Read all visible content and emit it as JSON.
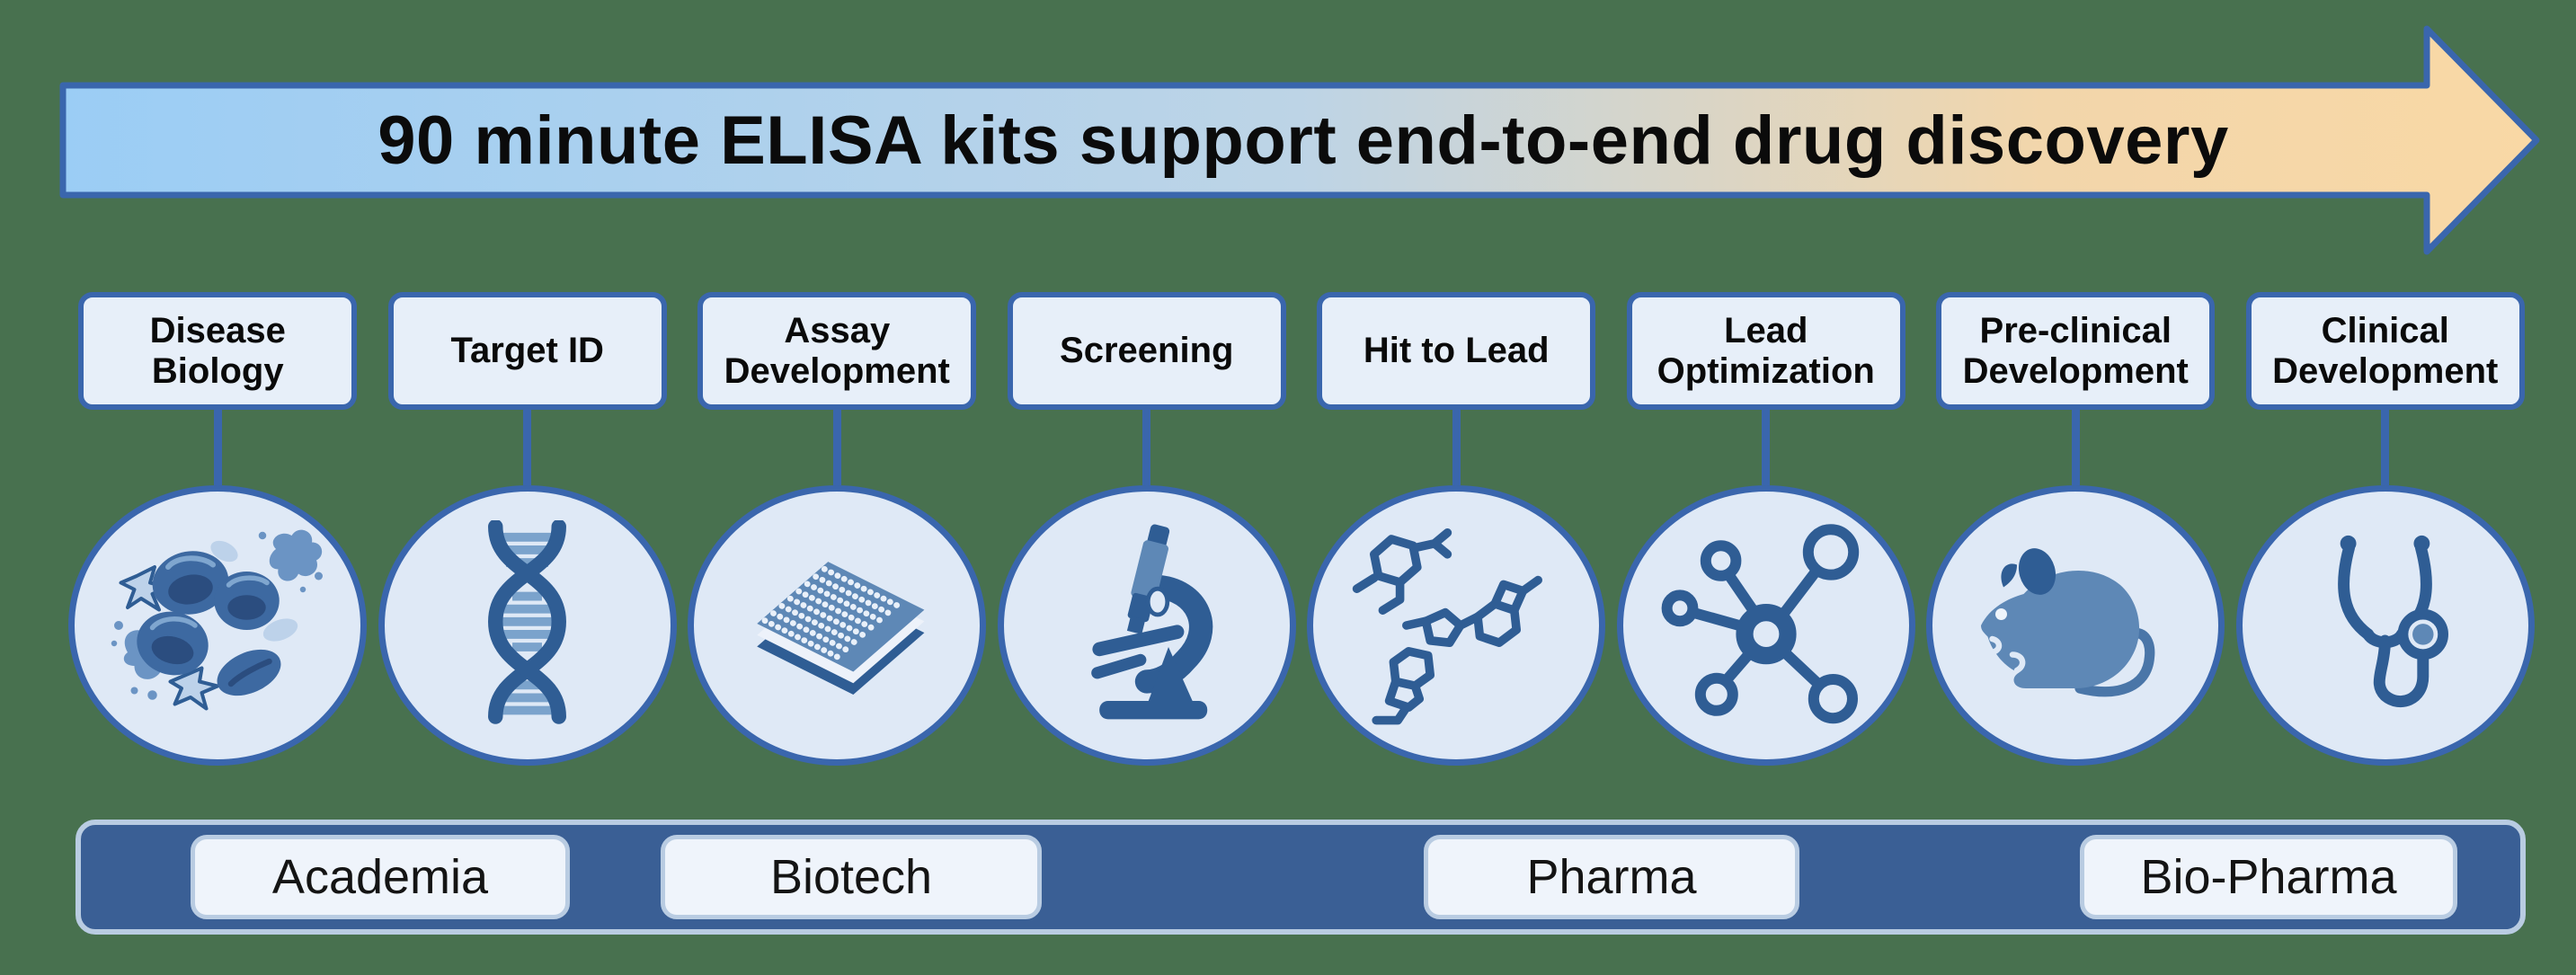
{
  "banner": {
    "title": "90 minute ELISA kits support end-to-end drug discovery"
  },
  "stages": [
    {
      "label": "Disease Biology",
      "icon": "blood-cells-icon"
    },
    {
      "label": "Target ID",
      "icon": "dna-helix-icon"
    },
    {
      "label": "Assay Development",
      "icon": "microplate-icon"
    },
    {
      "label": "Screening",
      "icon": "microscope-icon"
    },
    {
      "label": "Hit to Lead",
      "icon": "chemical-structures-icon"
    },
    {
      "label": "Lead Optimization",
      "icon": "molecule-network-icon"
    },
    {
      "label": "Pre-clinical Development",
      "icon": "mouse-icon"
    },
    {
      "label": "Clinical Development",
      "icon": "stethoscope-icon"
    }
  ],
  "organizations": [
    {
      "label": "Academia"
    },
    {
      "label": "Biotech"
    },
    {
      "label": "Pharma"
    },
    {
      "label": "Bio-Pharma"
    }
  ],
  "colors": {
    "background": "#48714f",
    "outline_blue": "#3a66ad",
    "arrow_gradient_start": "#9bcdf5",
    "arrow_gradient_end": "#f9d8a5",
    "box_fill": "#e7eff9",
    "circle_fill": "#dfe9f6",
    "bar_fill": "#3a5f95",
    "bar_border": "#b9cce2",
    "pill_fill": "#eff4fb",
    "icon_dark_blue": "#2f5d94",
    "icon_medium_blue": "#5e88b6",
    "icon_light_blue": "#bdd2ea",
    "title_text": "#0b0b0b"
  }
}
